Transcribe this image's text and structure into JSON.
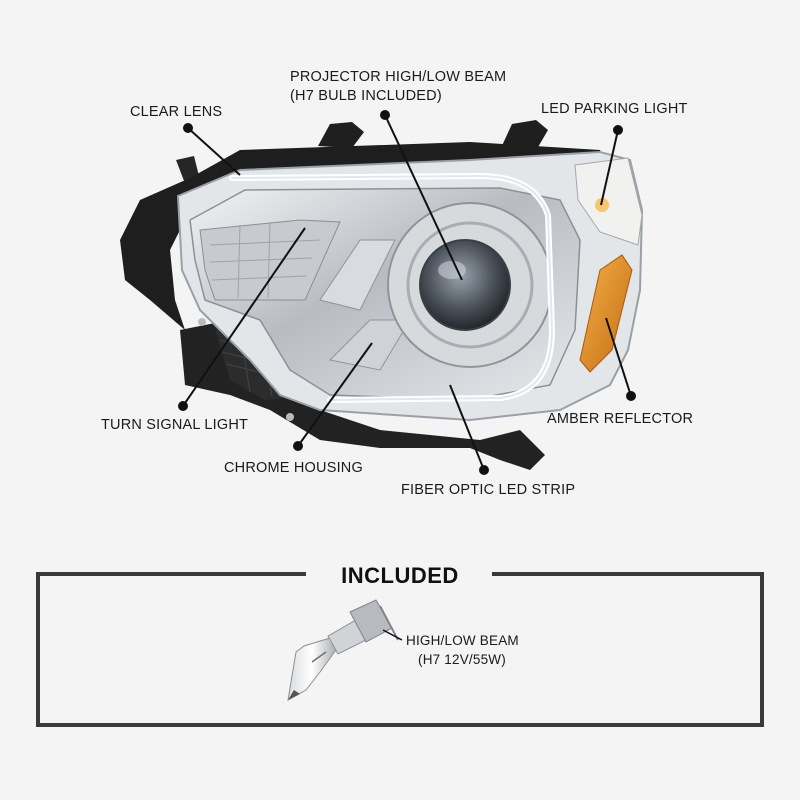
{
  "labels": {
    "clear_lens": "CLEAR LENS",
    "projector_line1": "PROJECTOR HIGH/LOW BEAM",
    "projector_line2": "(H7 BULB INCLUDED)",
    "led_parking": "LED PARKING LIGHT",
    "turn_signal": "TURN SIGNAL LIGHT",
    "amber_reflector": "AMBER REFLECTOR",
    "chrome_housing": "CHROME HOUSING",
    "fiber_optic": "FIBER OPTIC LED STRIP"
  },
  "included": {
    "title": "INCLUDED",
    "bulb_line1": "HIGH/LOW BEAM",
    "bulb_line2": "(H7 12V/55W)"
  },
  "colors": {
    "background": "#f4f4f4",
    "housing_black": "#1e1e1e",
    "chrome": "#c9ccd0",
    "amber": "#e08a1e",
    "frame": "#3a3a3a"
  }
}
